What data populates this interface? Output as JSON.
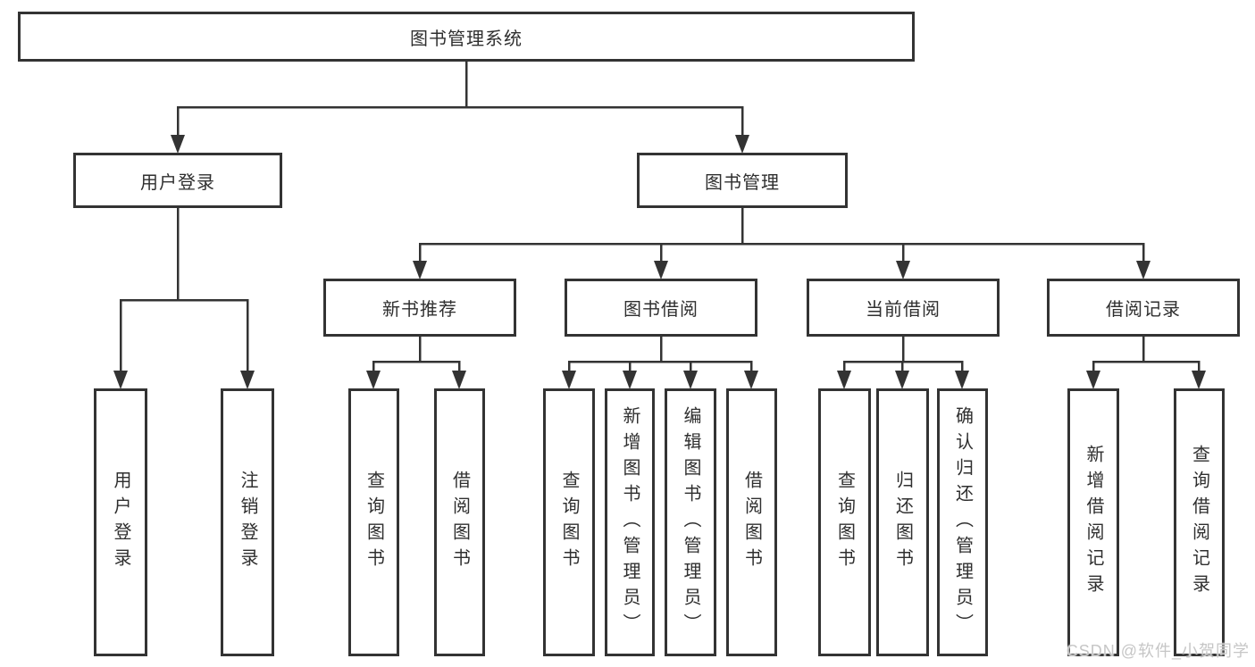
{
  "diagram": {
    "type": "tree",
    "tree": {
      "label": "图书管理系统",
      "children": [
        {
          "label": "用户登录",
          "children": [
            {
              "label": "用户登录"
            },
            {
              "label": "注销登录"
            }
          ]
        },
        {
          "label": "图书管理",
          "children": [
            {
              "label": "新书推荐",
              "children": [
                {
                  "label": "查询图书"
                },
                {
                  "label": "借阅图书"
                }
              ]
            },
            {
              "label": "图书借阅",
              "children": [
                {
                  "label": "查询图书"
                },
                {
                  "label": "新增图书（管理员）"
                },
                {
                  "label": "编辑图书（管理员）"
                },
                {
                  "label": "借阅图书"
                }
              ]
            },
            {
              "label": "当前借阅",
              "children": [
                {
                  "label": "查询图书"
                },
                {
                  "label": "归还图书"
                },
                {
                  "label": "确认归还（管理员）"
                }
              ]
            },
            {
              "label": "借阅记录",
              "children": [
                {
                  "label": "新增借阅记录"
                },
                {
                  "label": "查询借阅记录"
                }
              ]
            }
          ]
        }
      ]
    },
    "colors": {
      "line": "#333333",
      "box_border": "#333333",
      "text": "#2f2f2f",
      "background": "#ffffff",
      "watermark": "#c3c3c3"
    }
  },
  "watermark": {
    "text": "CSDN @软件_小贺同学"
  }
}
